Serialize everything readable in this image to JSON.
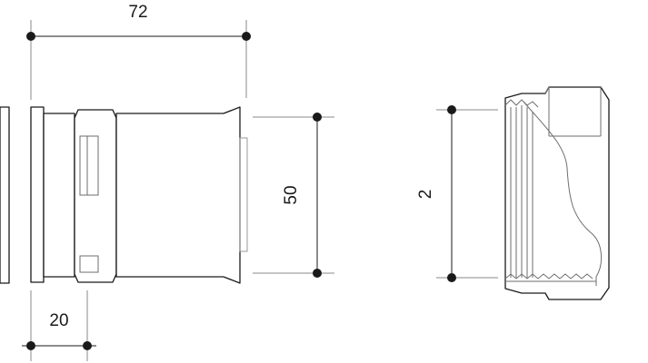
{
  "dimensions": {
    "overall_length": "72",
    "collar_width": "20",
    "pipe_diameter": "50",
    "thread_size": "2"
  },
  "colors": {
    "line": "#1a1a1a",
    "extension": "#8a8a8a",
    "background": "#ffffff"
  }
}
